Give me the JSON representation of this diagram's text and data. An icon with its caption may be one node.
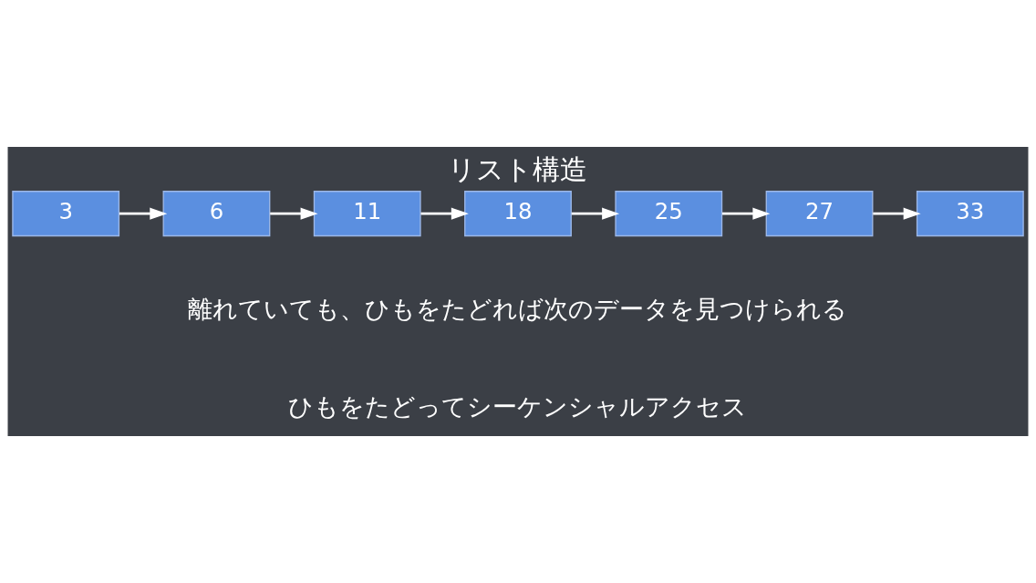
{
  "diagram": {
    "title": "リスト構造",
    "nodes": [
      {
        "text": [
          "3"
        ]
      },
      {
        "text": [
          "6"
        ]
      },
      {
        "text": [
          "11"
        ]
      },
      {
        "text": [
          "18"
        ]
      },
      {
        "text": [
          "25"
        ]
      },
      {
        "text": [
          "27"
        ]
      },
      {
        "text": [
          "33"
        ]
      }
    ],
    "edges": [
      {
        "from": 0,
        "to": 1,
        "arrow": "to"
      },
      {
        "from": 1,
        "to": 2,
        "arrow": "to"
      },
      {
        "from": 2,
        "to": 3,
        "arrow": "to"
      },
      {
        "from": 3,
        "to": 4,
        "arrow": "to"
      },
      {
        "from": 4,
        "to": 5,
        "arrow": "to"
      },
      {
        "from": 5,
        "to": 6,
        "arrow": "to"
      }
    ],
    "labels": [
      "離れていても、ひもをたどれば次のデータを見つけられる",
      "ひもをたどってシーケンシャルアクセス"
    ]
  }
}
